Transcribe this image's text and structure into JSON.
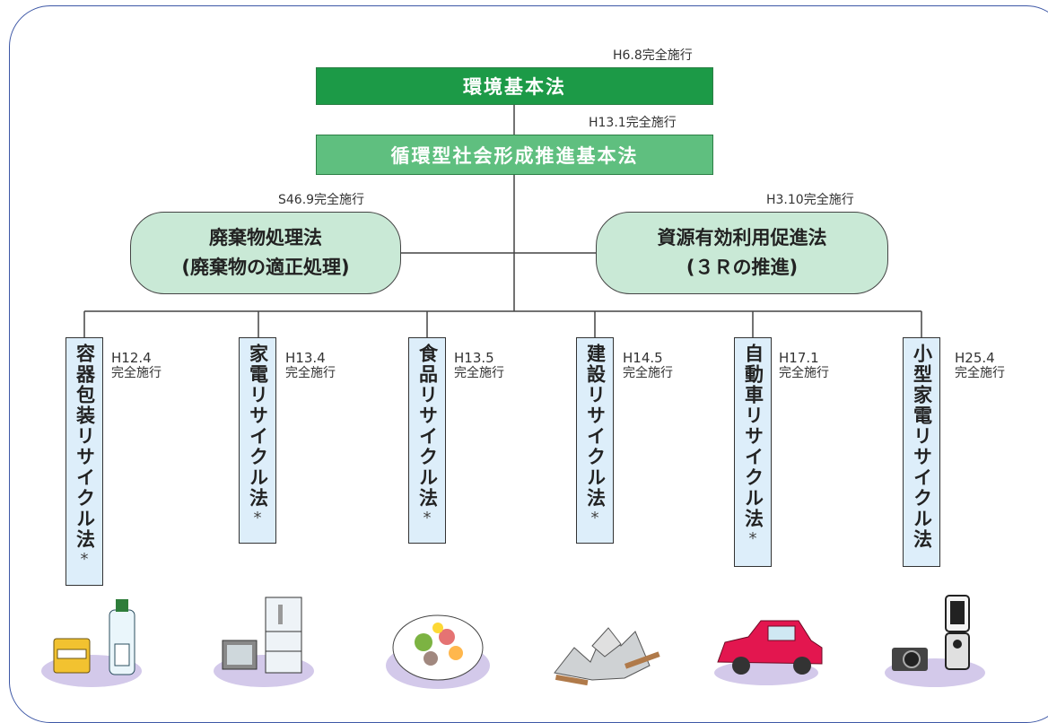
{
  "top": {
    "env_law": {
      "label": "環境基本法",
      "date": "H6.8完全施行"
    },
    "circ_law": {
      "label": "循環型社会形成推進基本法",
      "date": "H13.1完全施行"
    }
  },
  "mid": {
    "waste_law": {
      "line1": "廃棄物処理法",
      "line2": "(廃棄物の適正処理)",
      "date": "S46.9完全施行"
    },
    "resource_law": {
      "line1": "資源有効利用促進法",
      "line2": "(３Ｒの推進)",
      "date": "H3.10完全施行"
    }
  },
  "laws": [
    {
      "label": "容器包装リサイクル法",
      "star": "*",
      "date": "H12.4",
      "status": "完全施行"
    },
    {
      "label": "家電リサイクル法",
      "star": "*",
      "date": "H13.4",
      "status": "完全施行"
    },
    {
      "label": "食品リサイクル法",
      "star": "*",
      "date": "H13.5",
      "status": "完全施行"
    },
    {
      "label": "建設リサイクル法",
      "star": "*",
      "date": "H14.5",
      "status": "完全施行"
    },
    {
      "label": "自動車リサイクル法",
      "star": "*",
      "date": "H17.1",
      "status": "完全施行"
    },
    {
      "label": "小型家電リサイクル法",
      "star": "",
      "date": "H25.4",
      "status": "完全施行"
    }
  ],
  "icons": [
    "containers-icon",
    "appliances-icon",
    "food-plate-icon",
    "construction-debris-icon",
    "car-icon",
    "small-electronics-icon"
  ],
  "colors": {
    "dark_green": "#1c9a47",
    "mid_green": "#5fbf7f",
    "pill_green": "#c9e9d6",
    "box_blue": "#ddeefa",
    "frame_blue": "#3d57a6"
  }
}
